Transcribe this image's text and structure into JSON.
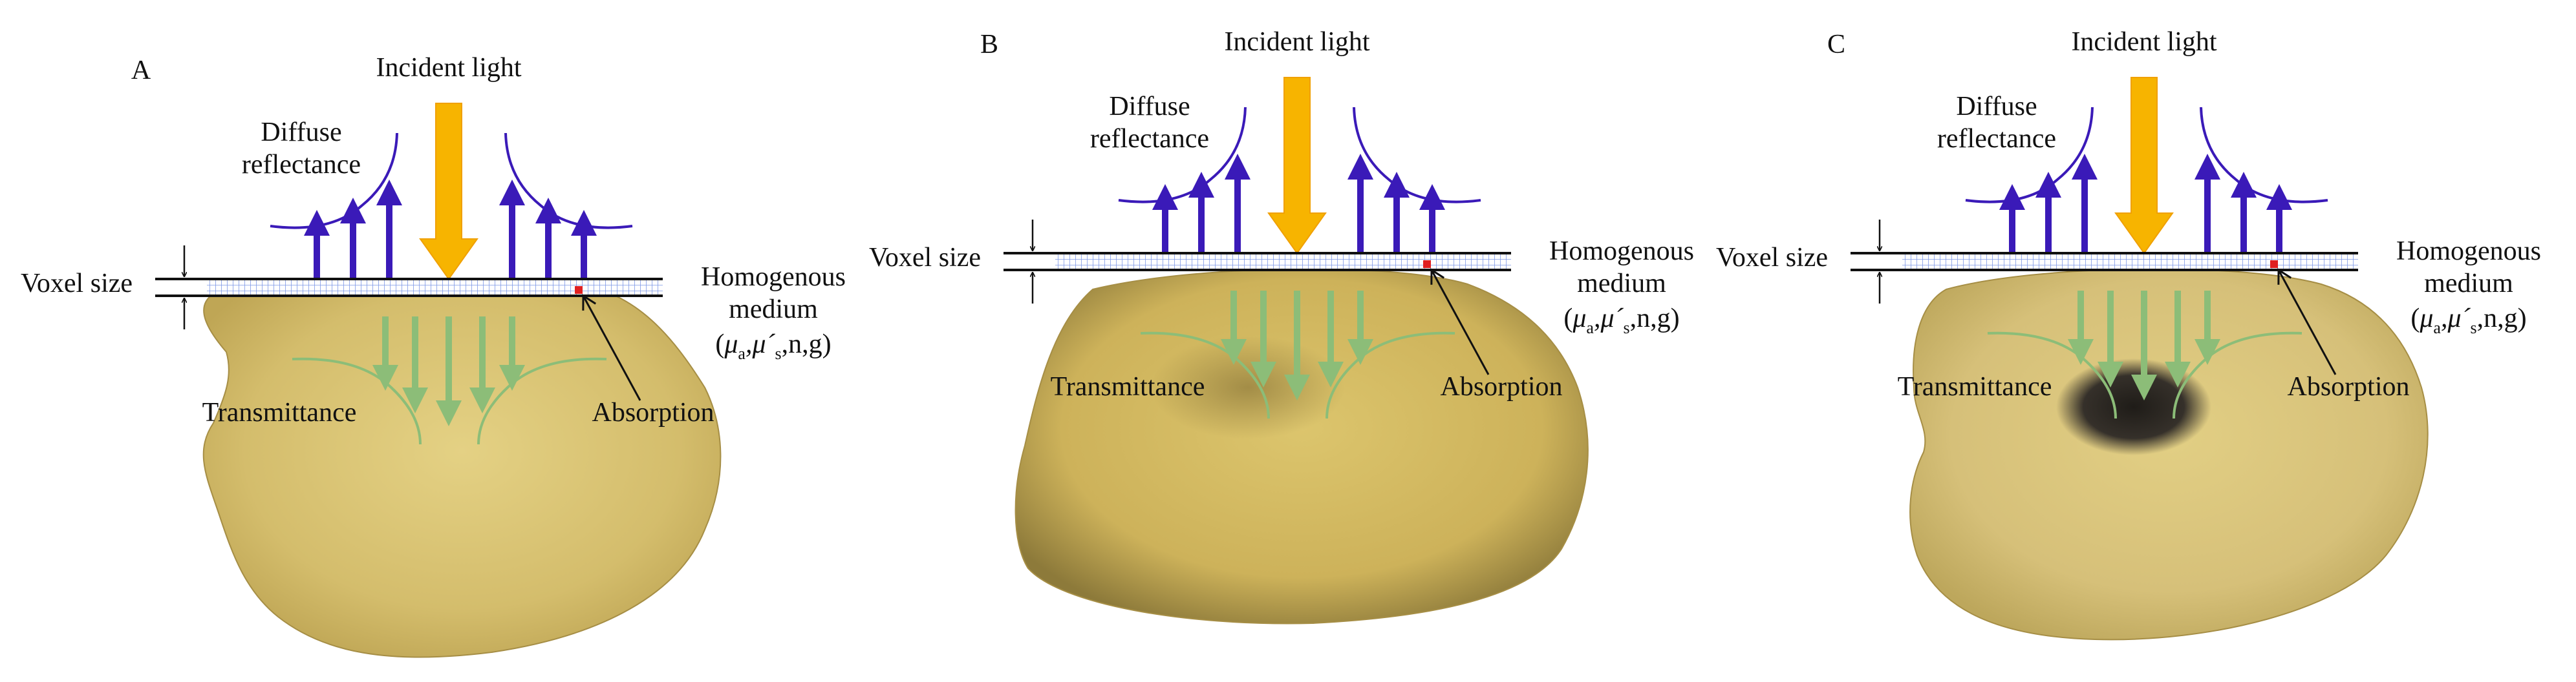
{
  "colors": {
    "incident_arrow": "#f7b400",
    "reflectance": "#3a1ab8",
    "transmittance": "#8cbd78",
    "potato_flesh": "#d8c274",
    "potato_flesh_dark": "#b79f4c",
    "voxel_grid": "#7d98e6",
    "absorption_point": "#e02020",
    "lesion": "#2a2620"
  },
  "panels": [
    {
      "letter": "A",
      "incident": "Incident light",
      "diffuse1": "Diffuse",
      "diffuse2": "reflectance",
      "voxel": "Voxel size",
      "homog1": "Homogenous",
      "homog2": "medium",
      "params": {
        "open": "(",
        "mu_a": "μ",
        "a": "a",
        "mu_s": ",μ´",
        "s": "s",
        "tail": ",n,g)"
      },
      "transmittance": "Transmittance",
      "absorption": "Absorption",
      "lesion": "none"
    },
    {
      "letter": "B",
      "incident": "Incident light",
      "diffuse1": "Diffuse",
      "diffuse2": "reflectance",
      "voxel": "Voxel size",
      "homog1": "Homogenous",
      "homog2": "medium",
      "params": {
        "open": "(",
        "mu_a": "μ",
        "a": "a",
        "mu_s": ",μ´",
        "s": "s",
        "tail": ",n,g)"
      },
      "transmittance": "Transmittance",
      "absorption": "Absorption",
      "lesion": "faint"
    },
    {
      "letter": "C",
      "incident": "Incident light",
      "diffuse1": "Diffuse",
      "diffuse2": "reflectance",
      "voxel": "Voxel size",
      "homog1": "Homogenous",
      "homog2": "medium",
      "params": {
        "open": "(",
        "mu_a": "μ",
        "a": "a",
        "mu_s": ",μ´",
        "s": "s",
        "tail": ",n,g)"
      },
      "transmittance": "Transmittance",
      "absorption": "Absorption",
      "lesion": "dark"
    }
  ]
}
